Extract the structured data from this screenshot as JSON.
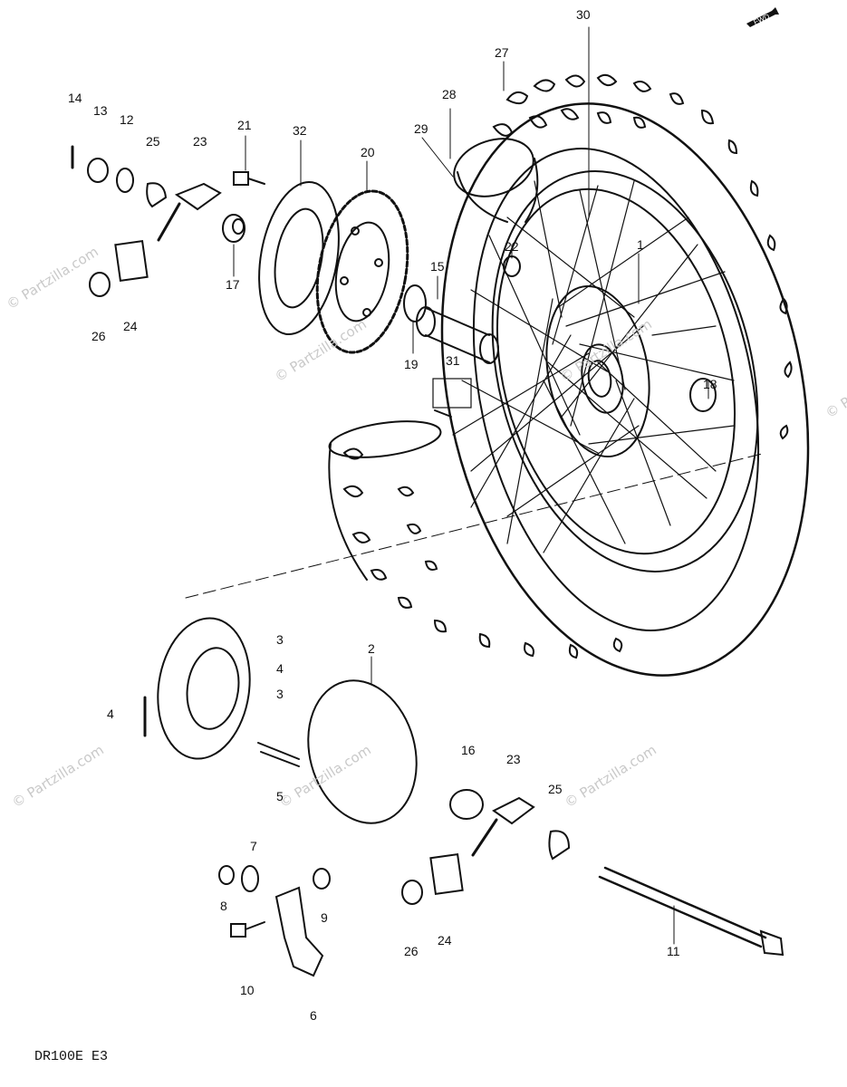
{
  "diagram": {
    "code": "DR100E E3",
    "fwd_label": "FWD",
    "watermark": "© Partzilla.com",
    "callouts": {
      "c1": "1",
      "c2": "2",
      "c3a": "3",
      "c3b": "3",
      "c4a": "4",
      "c4b": "4",
      "c5": "5",
      "c6": "6",
      "c7": "7",
      "c8": "8",
      "c9": "9",
      "c10": "10",
      "c11": "11",
      "c12": "12",
      "c13": "13",
      "c14": "14",
      "c15": "15",
      "c16": "16",
      "c17": "17",
      "c18": "18",
      "c19": "19",
      "c20": "20",
      "c21": "21",
      "c22": "22",
      "c23a": "23",
      "c23b": "23",
      "c24a": "24",
      "c24b": "24",
      "c25a": "25",
      "c25b": "25",
      "c26a": "26",
      "c26b": "26",
      "c27": "27",
      "c28": "28",
      "c29": "29",
      "c30": "30",
      "c31": "31",
      "c32": "32"
    },
    "icons": {
      "fwd_arrow": "fwd-arrow-icon",
      "wheel": "wheel-icon",
      "tire": "tire-icon",
      "sprocket": "sprocket-icon",
      "brake_panel": "brake-panel-icon",
      "axle": "axle-icon"
    }
  }
}
